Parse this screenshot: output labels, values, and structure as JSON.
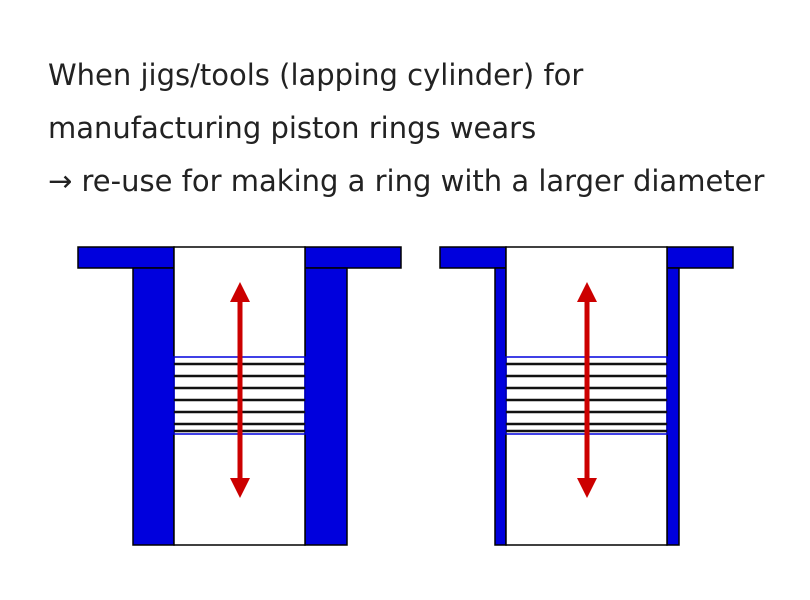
{
  "caption": {
    "line1": "When jigs/tools (lapping cylinder) for",
    "line2": "manufacturing piston rings wears",
    "line3": "→ re-use for making a ring with a larger diameter"
  },
  "diagram": {
    "wall_color": "#0000dd",
    "arrow_color": "#cc0000",
    "ring_color": "#111111",
    "outline_color": "#000000",
    "cylinders": [
      {
        "id": "original",
        "wall": "thick",
        "ring_count": 7
      },
      {
        "id": "worn",
        "wall": "thin",
        "ring_count": 7
      }
    ]
  }
}
